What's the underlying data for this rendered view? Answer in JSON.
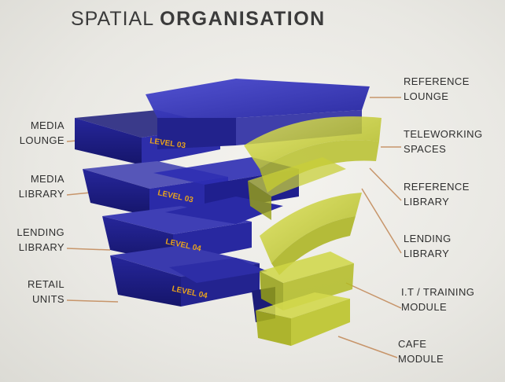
{
  "title": {
    "normal": "SPATIAL ",
    "bold": "ORGANISATION"
  },
  "labels_left": [
    {
      "line1": "MEDIA",
      "line2": "LOUNGE"
    },
    {
      "line1": "MEDIA",
      "line2": "LIBRARY"
    },
    {
      "line1": "LENDING",
      "line2": "LIBRARY"
    },
    {
      "line1": "RETAIL",
      "line2": "UNITS"
    }
  ],
  "labels_right": [
    {
      "line1": "REFERENCE",
      "line2": "LOUNGE"
    },
    {
      "line1": "TELEWORKING",
      "line2": "SPACES"
    },
    {
      "line1": "REFERENCE",
      "line2": "LIBRARY"
    },
    {
      "line1": "LENDING",
      "line2": "LIBRARY"
    },
    {
      "line1": "I.T / TRAINING",
      "line2": "MODULE"
    },
    {
      "line1": "CAFE",
      "line2": "MODULE"
    }
  ],
  "level_labels": [
    "LEVEL 03",
    "LEVEL 03",
    "LEVEL 04",
    "LEVEL 04"
  ],
  "colors": {
    "blue_block": "#2a2aa8",
    "blue_dark": "#1c1c78",
    "yellow_block": "#c9d226",
    "level_text": "#e7a21d",
    "leader_line": "#c7956a"
  }
}
